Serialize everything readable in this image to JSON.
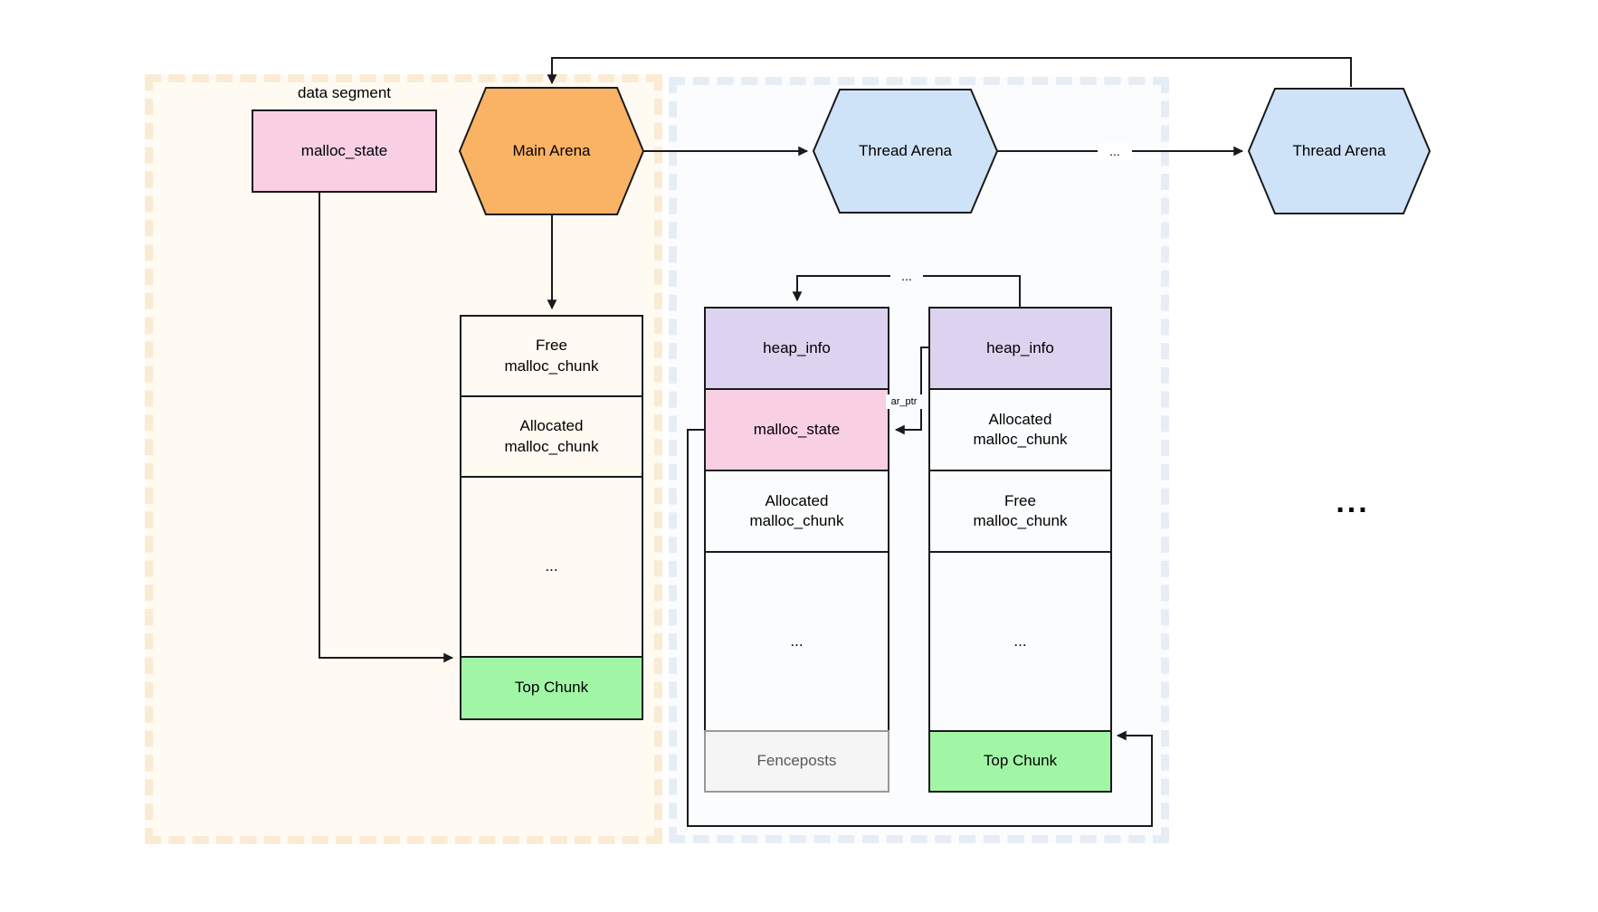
{
  "colors": {
    "pink": "#F9D0E3",
    "orange": "#FAB264",
    "blue": "#CEE2F8",
    "purple": "#DDD2F0",
    "green": "#A1F6A6",
    "fencepost": "#F5F5F5",
    "leftFill": "#FFFBF2",
    "leftBorder": "#F9EBD4",
    "rightFill": "#FAFCFE",
    "rightBorder": "#E7EDF5",
    "line": "#1A1A1A"
  },
  "left_region": {
    "data_segment_label": "data segment",
    "malloc_state_box": "malloc_state",
    "main_arena_hexagon": "Main Arena",
    "main_heap_stack": {
      "rows": [
        {
          "label": "Free\nmalloc_chunk"
        },
        {
          "label": "Allocated\nmalloc_chunk"
        },
        {
          "label": "..."
        },
        {
          "label": "Top Chunk"
        }
      ]
    }
  },
  "right_region": {
    "thread_arena_1_hexagon": "Thread Arena",
    "thread_arena_2_hexagon": "Thread Arena",
    "arena_link_ellipsis": "...",
    "heap_link_ellipsis": "...",
    "ar_ptr_label": "ar_ptr",
    "heap_stack_1": {
      "rows": [
        {
          "label": "heap_info"
        },
        {
          "label": "malloc_state"
        },
        {
          "label": "Allocated\nmalloc_chunk"
        },
        {
          "label": "..."
        },
        {
          "label": "Fenceposts"
        }
      ]
    },
    "heap_stack_2": {
      "rows": [
        {
          "label": "heap_info"
        },
        {
          "label": "Allocated\nmalloc_chunk"
        },
        {
          "label": "Free\nmalloc_chunk"
        },
        {
          "label": "..."
        },
        {
          "label": "Top Chunk"
        }
      ]
    }
  },
  "more_arenas_ellipsis": "..."
}
